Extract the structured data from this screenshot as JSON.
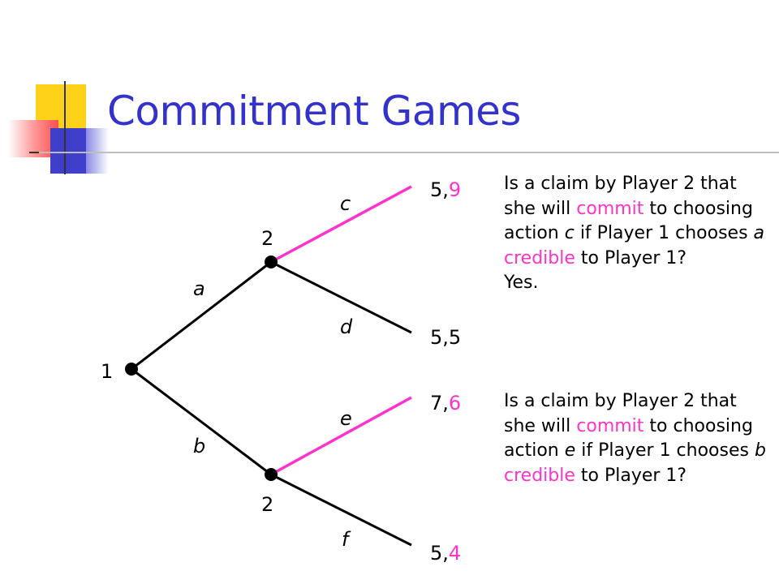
{
  "title": "Commitment Games",
  "colors": {
    "title": "#3333cc",
    "highlight": "#ff33cc",
    "line": "#000000"
  },
  "tree": {
    "root_player": "1",
    "upper_player": "2",
    "lower_player": "2",
    "actions": {
      "a": "a",
      "b": "b",
      "c": "c",
      "d": "d",
      "e": "e",
      "f": "f"
    },
    "payoffs": [
      {
        "id": "c",
        "p1": "5",
        "sep": ",",
        "p2": "9",
        "p2_highlight": true
      },
      {
        "id": "d",
        "p1": "5",
        "sep": ",",
        "p2": "5",
        "p2_highlight": false
      },
      {
        "id": "e",
        "p1": "7",
        "sep": ",",
        "p2": "6",
        "p2_highlight": true
      },
      {
        "id": "f",
        "p1": "5",
        "sep": ",",
        "p2": "4",
        "p2_highlight": true
      }
    ],
    "highlighted_edges": [
      "c",
      "e"
    ]
  },
  "q1": {
    "t1": "Is a claim by Player 2 that she will ",
    "commit": "commit",
    "t2": " to choosing action ",
    "action": "c",
    "t3": " if Player 1 chooses ",
    "cond": "a",
    "credible": "credible",
    "t4": " to Player 1?",
    "answer": "Yes."
  },
  "q2": {
    "t1": "Is a claim by Player 2 that she will ",
    "commit": "commit",
    "t2": " to choosing action ",
    "action": "e",
    "t3": " if Player 1 chooses ",
    "cond": "b",
    "credible": "credible",
    "t4": " to Player 1?"
  }
}
